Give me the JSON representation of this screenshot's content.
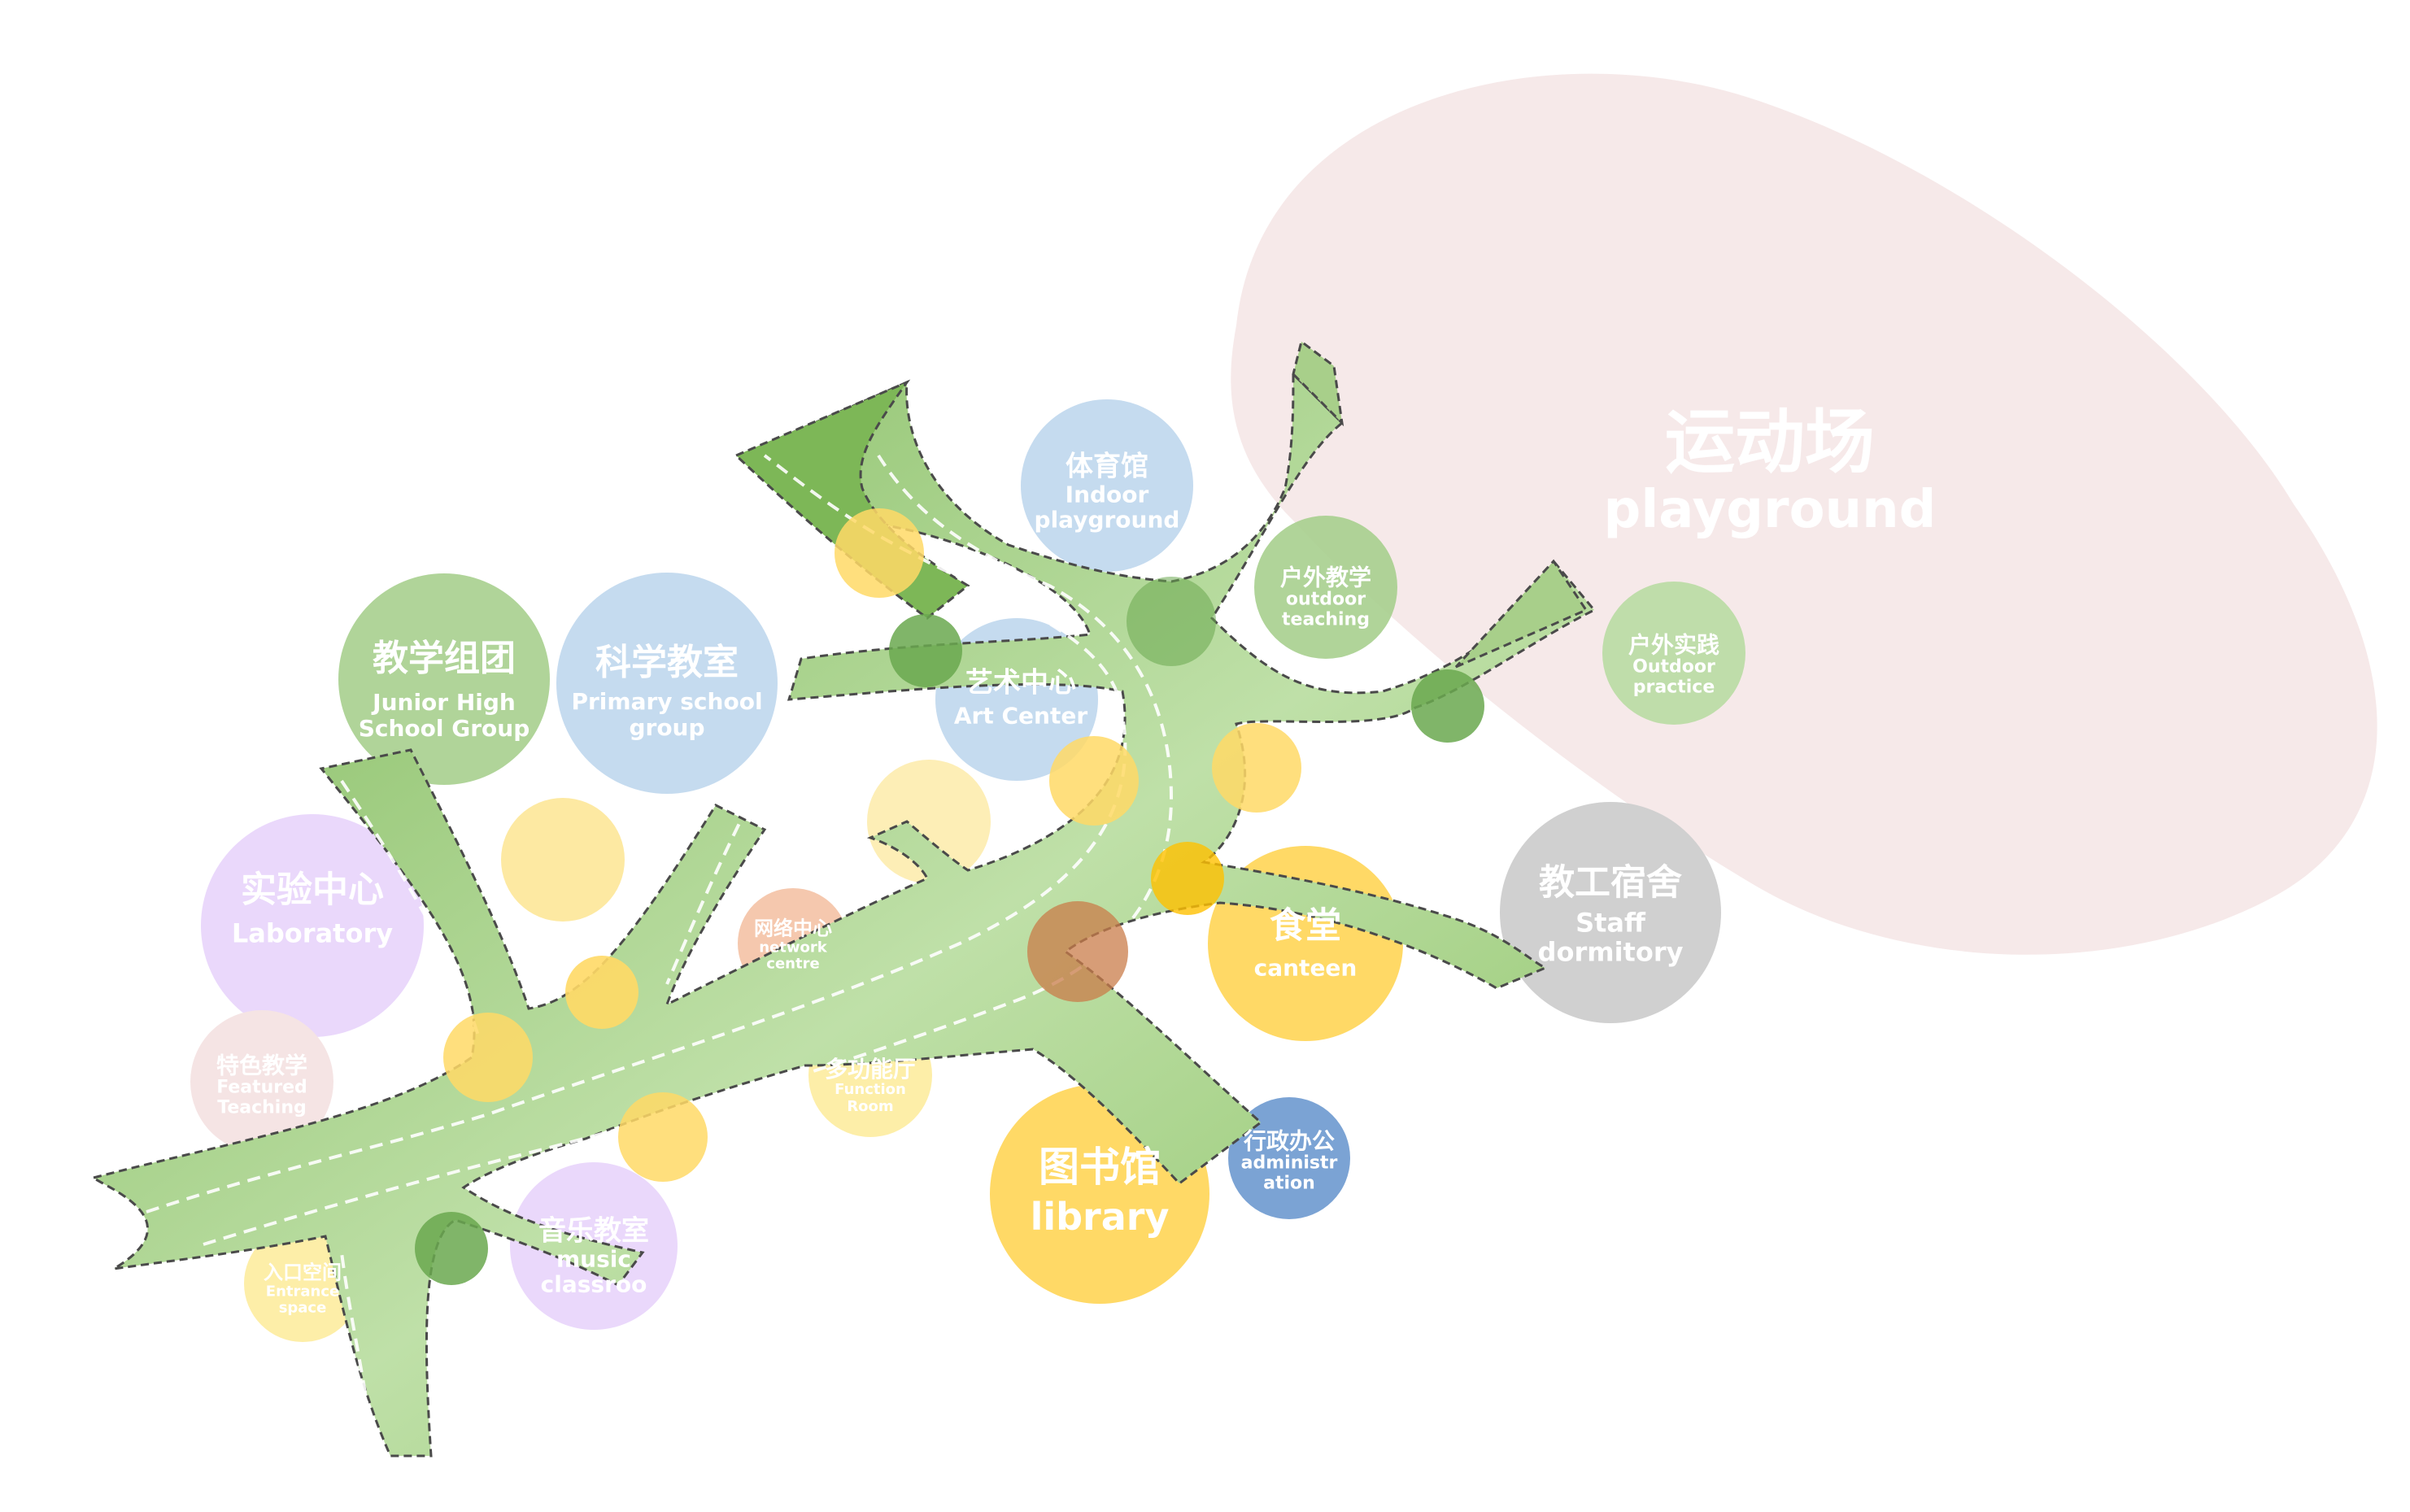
{
  "colors": {
    "green": "#8cc265",
    "green_dark": "#6aa84f",
    "pink": "#f6e9e9",
    "yellow": "#ffd966",
    "blue": "#c5dbef",
    "purple": "#ead8fb",
    "grey": "#d0d0d0",
    "orange": "#e0a57c",
    "navy": "#7ba3d4"
  },
  "playground": {
    "zh": "运动场",
    "en": "playground"
  },
  "nodes": {
    "teaching_group": {
      "zh": "教学组团",
      "en1": "Junior High",
      "en2": "School Group"
    },
    "science": {
      "zh": "科学教室",
      "en1": "Primary school",
      "en2": "group"
    },
    "gym": {
      "zh": "体育馆",
      "en1": "Indoor",
      "en2": "playground"
    },
    "outdoor_teaching": {
      "zh": "户外教学",
      "en1": "outdoor",
      "en2": "teaching"
    },
    "outdoor_practice": {
      "zh": "户外实践",
      "en1": "Outdoor",
      "en2": "practice"
    },
    "art": {
      "zh": "艺术中心",
      "en1": "Art Center"
    },
    "lab": {
      "zh": "实验中心",
      "en1": "Laboratory"
    },
    "network": {
      "zh": "网络中心",
      "en1": "network",
      "en2": "centre"
    },
    "dorm": {
      "zh": "教工宿舍",
      "en1": "Staff",
      "en2": "dormitory"
    },
    "canteen": {
      "zh": "食堂",
      "en1": "canteen"
    },
    "featured": {
      "zh": "特色教学",
      "en1": "Featured",
      "en2": "Teaching"
    },
    "function": {
      "zh": "多功能厅",
      "en1": "Function",
      "en2": "Room"
    },
    "library": {
      "zh": "图书馆",
      "en1": "library"
    },
    "admin": {
      "zh": "行政办公",
      "en1": "administr",
      "en2": "ation"
    },
    "music": {
      "zh": "音乐教室",
      "en1": "music",
      "en2": "classroo"
    },
    "entrance": {
      "zh": "入口空间",
      "en1": "Entrance",
      "en2": "space"
    }
  }
}
